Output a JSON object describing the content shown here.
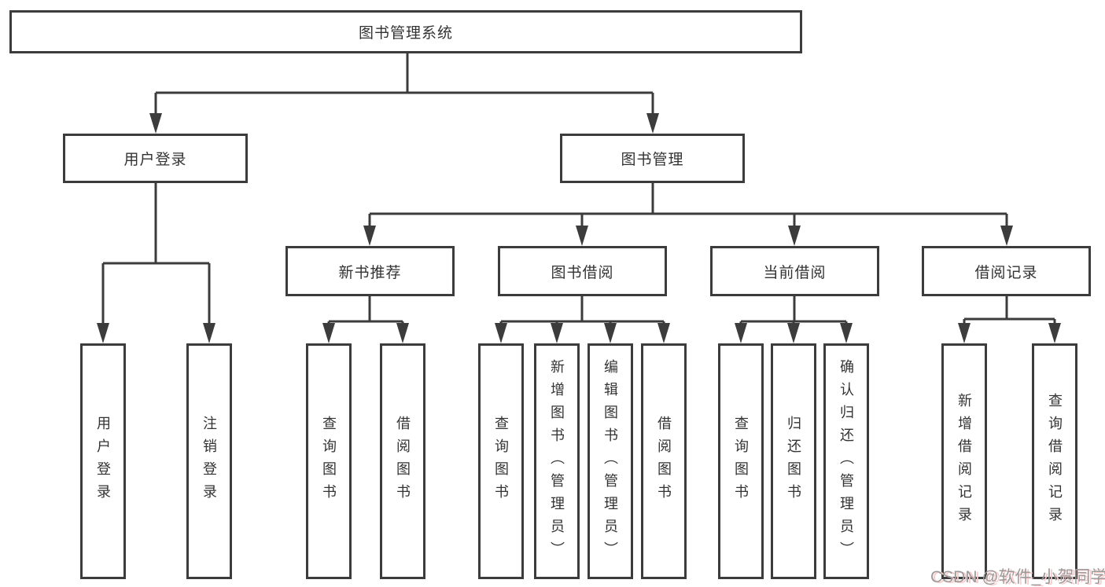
{
  "tree": {
    "label": "图书管理系统",
    "children": [
      {
        "label": "用户登录",
        "children": [
          {
            "label": "用户登录"
          },
          {
            "label": "注销登录"
          }
        ]
      },
      {
        "label": "图书管理",
        "children": [
          {
            "label": "新书推荐",
            "children": [
              {
                "label": "查询图书"
              },
              {
                "label": "借阅图书"
              }
            ]
          },
          {
            "label": "图书借阅",
            "children": [
              {
                "label": "查询图书"
              },
              {
                "label": "新增图书（管理员）"
              },
              {
                "label": "编辑图书（管理员）"
              },
              {
                "label": "借阅图书"
              }
            ]
          },
          {
            "label": "当前借阅",
            "children": [
              {
                "label": "查询图书"
              },
              {
                "label": "归还图书"
              },
              {
                "label": "确认归还（管理员）"
              }
            ]
          },
          {
            "label": "借阅记录",
            "children": [
              {
                "label": "新增借阅记录"
              },
              {
                "label": "查询借阅记录"
              }
            ]
          }
        ]
      }
    ]
  },
  "watermark": {
    "text": "CSDN @软件_小贺同学"
  },
  "colors": {
    "line": "#3c3c3c",
    "text": "#333333",
    "background": "#ffffff",
    "watermark_text": "#9b9b9b",
    "watermark_shadow": "#f8caca"
  }
}
